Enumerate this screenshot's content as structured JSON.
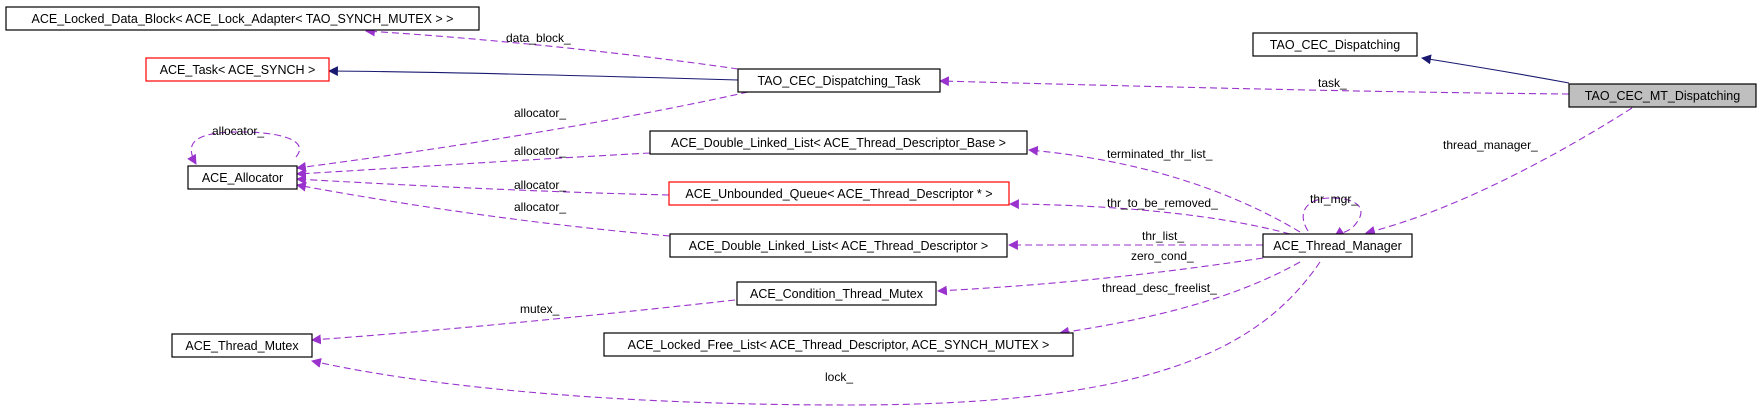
{
  "diagram": {
    "colors": {
      "inherit_edge": "#191970",
      "usage_edge": "#9a32cd",
      "node_border": "#000000",
      "incomplete_node_border": "#ff0000",
      "focus_node_fill": "#bfbfbf"
    },
    "nodes": {
      "locked_data_block": {
        "label": "ACE_Locked_Data_Block< ACE_Lock_Adapter< TAO_SYNCH_MUTEX > >"
      },
      "ace_task": {
        "label": "ACE_Task< ACE_SYNCH >"
      },
      "dispatching_task": {
        "label": "TAO_CEC_Dispatching_Task"
      },
      "cec_dispatching": {
        "label": "TAO_CEC_Dispatching"
      },
      "mt_dispatching": {
        "label": "TAO_CEC_MT_Dispatching"
      },
      "allocator": {
        "label": "ACE_Allocator"
      },
      "dll_base": {
        "label": "ACE_Double_Linked_List< ACE_Thread_Descriptor_Base >"
      },
      "unbounded_queue": {
        "label": "ACE_Unbounded_Queue< ACE_Thread_Descriptor * >"
      },
      "dll_desc": {
        "label": "ACE_Double_Linked_List< ACE_Thread_Descriptor >"
      },
      "thread_manager": {
        "label": "ACE_Thread_Manager"
      },
      "cond_mutex": {
        "label": "ACE_Condition_Thread_Mutex"
      },
      "thread_mutex": {
        "label": "ACE_Thread_Mutex"
      },
      "free_list": {
        "label": "ACE_Locked_Free_List< ACE_Thread_Descriptor, ACE_SYNCH_MUTEX >"
      }
    },
    "edge_labels": {
      "data_block": "data_block_",
      "task": "task_",
      "allocator_self": "allocator_",
      "allocator_task": "allocator_",
      "allocator_dll_base": "allocator_",
      "allocator_queue": "allocator_",
      "allocator_dll_desc": "allocator_",
      "thread_manager": "thread_manager_",
      "terminated_thr_list": "terminated_thr_list_",
      "thr_mgr": "thr_mgr_",
      "thr_to_be_removed": "thr_to_be_removed_",
      "thr_list": "thr_list_",
      "zero_cond": "zero_cond_",
      "thread_desc_freelist": "thread_desc_freelist_",
      "mutex": "mutex_",
      "lock": "lock_"
    }
  }
}
